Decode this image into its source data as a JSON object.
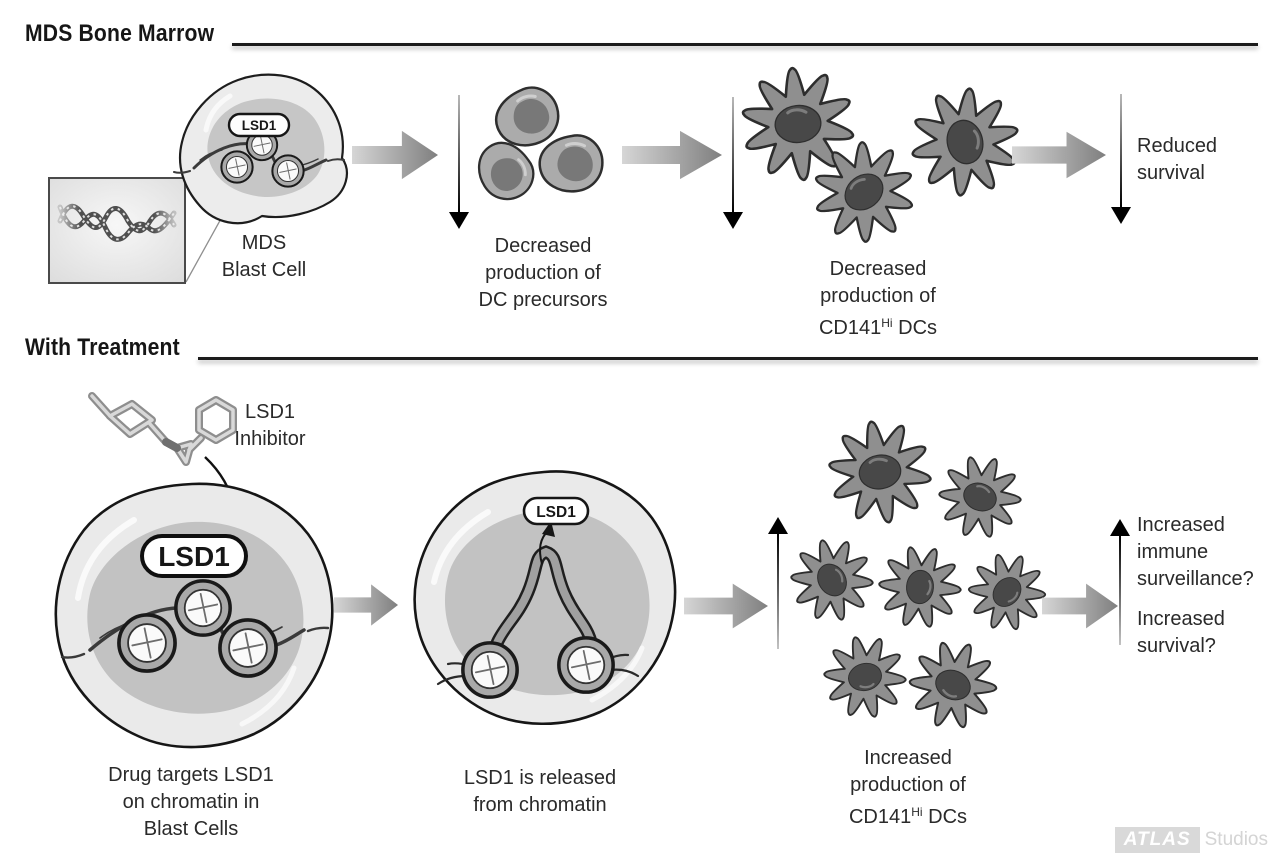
{
  "colors": {
    "ink": "#1a1a1a",
    "text": "#2a2a2a",
    "cell_fill": "#eaeaea",
    "cell_inner": "#c3c3c3",
    "dc_body": "#8f8f8f",
    "dc_nucleus": "#484848",
    "arrow_light": "#d6d6d6",
    "arrow_dark": "#7f7f7f",
    "watermark_box": "#d9d9d9"
  },
  "top": {
    "title": "MDS Bone Marrow",
    "blast_cell": {
      "pill": "LSD1",
      "label": [
        "MDS",
        "Blast Cell"
      ]
    },
    "precursors": {
      "label": [
        "Decreased",
        "production of",
        "DC precursors"
      ]
    },
    "dcs": {
      "label": [
        "Decreased",
        "production of"
      ],
      "cd141": {
        "pre": "CD141",
        "sup": "Hi",
        "post": " DCs"
      }
    },
    "outcome": {
      "label": [
        "Reduced",
        "survival"
      ]
    }
  },
  "treatment": {
    "title": "With Treatment",
    "inhibitor": {
      "label": [
        "LSD1",
        "Inhibitor"
      ]
    },
    "blast_cell": {
      "pill": "LSD1",
      "label": [
        "Drug targets LSD1",
        "on chromatin in",
        "Blast Cells"
      ]
    },
    "released_cell": {
      "pill": "LSD1",
      "label": [
        "LSD1 is released",
        "from chromatin"
      ]
    },
    "dcs": {
      "label": [
        "Increased",
        "production of"
      ],
      "cd141": {
        "pre": "CD141",
        "sup": "Hi",
        "post": " DCs"
      }
    },
    "outcomes": {
      "surveillance": [
        "Increased",
        "immune",
        "surveillance?"
      ],
      "survival": [
        "Increased",
        "survival?"
      ]
    }
  },
  "watermark": {
    "brand": "ATLAS",
    "suffix": "Studios"
  }
}
